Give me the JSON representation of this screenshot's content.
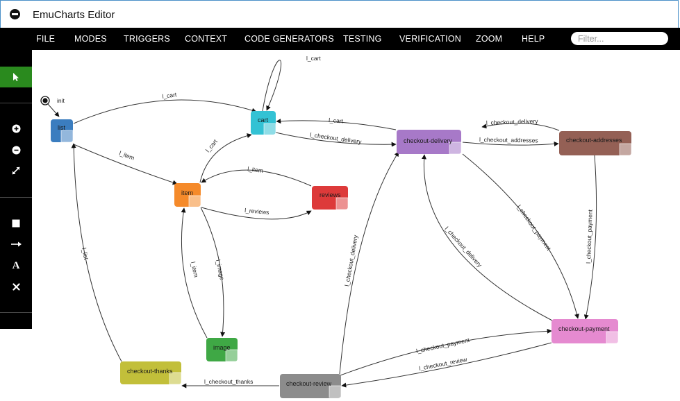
{
  "window": {
    "title": "EmuCharts Editor"
  },
  "menu": {
    "items": [
      "FILE",
      "MODES",
      "TRIGGERS",
      "CONTEXT",
      "CODE GENERATORS",
      "TESTING",
      "VERIFICATION",
      "ZOOM",
      "HELP"
    ],
    "filter_placeholder": "Filter..."
  },
  "toolbar": {
    "tools": [
      "select-tool",
      "zoom-in-tool",
      "zoom-out-tool",
      "fit-tool",
      "add-state-tool",
      "add-transition-tool",
      "add-text-tool",
      "delete-tool"
    ]
  },
  "initial": {
    "label": "init"
  },
  "nodes": [
    {
      "id": "list",
      "label": "list",
      "color": "#3b7dbf"
    },
    {
      "id": "cart",
      "label": "cart",
      "color": "#33c2d4"
    },
    {
      "id": "item",
      "label": "item",
      "color": "#f58a2a"
    },
    {
      "id": "reviews",
      "label": "reviews",
      "color": "#dd3a3a"
    },
    {
      "id": "image",
      "label": "image",
      "color": "#3fa845"
    },
    {
      "id": "checkout-delivery",
      "label": "checkout-delivery",
      "color": "#a779c8"
    },
    {
      "id": "checkout-addresses",
      "label": "checkout-addresses",
      "color": "#946055"
    },
    {
      "id": "checkout-payment",
      "label": "checkout-payment",
      "color": "#e58ad0"
    },
    {
      "id": "checkout-review",
      "label": "checkout-review",
      "color": "#8c8c8c"
    },
    {
      "id": "checkout-thanks",
      "label": "checkout-thanks",
      "color": "#c2bf3a"
    }
  ],
  "edges": [
    {
      "id": "e-list-cart",
      "label": "l_cart"
    },
    {
      "id": "e-cart-self",
      "label": "l_cart"
    },
    {
      "id": "e-list-item",
      "label": "l_item"
    },
    {
      "id": "e-item-cart",
      "label": "l_cart"
    },
    {
      "id": "e-cart-delivery",
      "label": "l_checkout_delivery"
    },
    {
      "id": "e-delivery-cart",
      "label": "l_cart"
    },
    {
      "id": "e-reviews-item",
      "label": "l_item"
    },
    {
      "id": "e-item-reviews",
      "label": "l_reviews"
    },
    {
      "id": "e-item-image",
      "label": "l_image"
    },
    {
      "id": "e-image-item",
      "label": "l_item"
    },
    {
      "id": "e-addresses-delivery",
      "label": "l_checkout_delivery"
    },
    {
      "id": "e-delivery-addresses",
      "label": "l_checkout_addresses"
    },
    {
      "id": "e-delivery-payment",
      "label": "l_checkout_payment"
    },
    {
      "id": "e-payment-delivery",
      "label": "l_checkout_delivery"
    },
    {
      "id": "e-addresses-payment",
      "label": "l_checkout_payment"
    },
    {
      "id": "e-review-delivery",
      "label": "l_checkout_delivery"
    },
    {
      "id": "e-review-payment",
      "label": "l_checkout_payment"
    },
    {
      "id": "e-payment-review",
      "label": "l_checkout_review"
    },
    {
      "id": "e-review-thanks",
      "label": "l_checkout_thanks"
    },
    {
      "id": "e-thanks-list",
      "label": "l_list"
    }
  ]
}
